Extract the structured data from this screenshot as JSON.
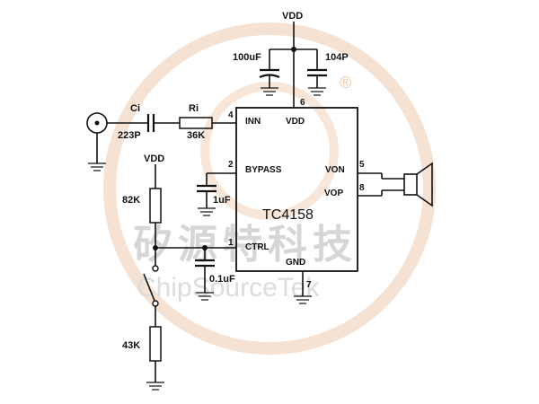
{
  "watermark": {
    "chinese": "矽源特科技",
    "english": "ChipSourceTek",
    "registered": "®",
    "ring_color": "#f6d9c2"
  },
  "chip": {
    "name": "TC4158"
  },
  "pins": {
    "inn": {
      "number": "4",
      "label": "INN"
    },
    "vdd": {
      "number": "6",
      "label": "VDD"
    },
    "bypass": {
      "number": "2",
      "label": "BYPASS"
    },
    "von": {
      "number": "5",
      "label": "VON"
    },
    "vop": {
      "number": "8",
      "label": "VOP"
    },
    "ctrl": {
      "number": "1",
      "label": "CTRL"
    },
    "gnd": {
      "number": "7",
      "label": "GND"
    }
  },
  "supply": {
    "top": "VDD",
    "left": "VDD"
  },
  "components": {
    "c_bulk": "100uF",
    "c_decouple": "104P",
    "ci_name": "Ci",
    "ci_value": "223P",
    "ri_name": "Ri",
    "ri_value": "36K",
    "c_bypass": "1uF",
    "r_top": "82K",
    "c_ctrl": "0.1uF",
    "r_bottom": "43K"
  }
}
